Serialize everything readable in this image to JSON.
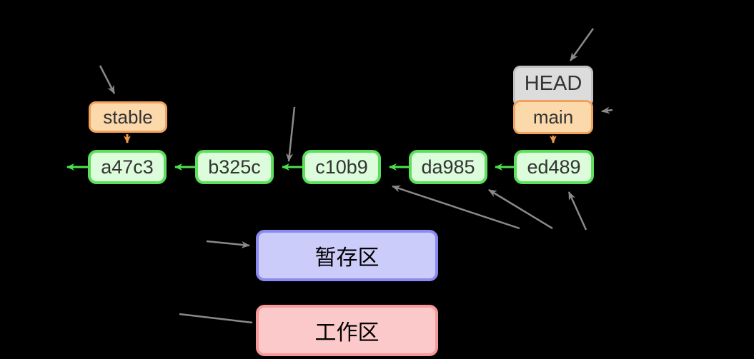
{
  "labels": {
    "head": "HEAD",
    "stable": "stable",
    "main": "main"
  },
  "commits": [
    "a47c3",
    "b325c",
    "c10b9",
    "da985",
    "ed489"
  ],
  "areas": {
    "staging": "暂存区",
    "working": "工作区"
  },
  "colors": {
    "background": "#000000",
    "commit_border": "#5ce05c",
    "commit_fill": "#dcfcdc",
    "branch_border": "#f2a25e",
    "branch_fill": "#fcd9ab",
    "head_border": "#c2c2c2",
    "head_fill": "#dcdcdc",
    "staging_border": "#8a8af0",
    "staging_fill": "#ccccfa",
    "working_border": "#f79999",
    "working_fill": "#fbc9c9",
    "green_arrow": "#4ce24c",
    "orange_arrow": "#f0984c",
    "annotation_arrow": "#8a8a8a",
    "label_text": "#333333",
    "area_text": "#000000"
  }
}
